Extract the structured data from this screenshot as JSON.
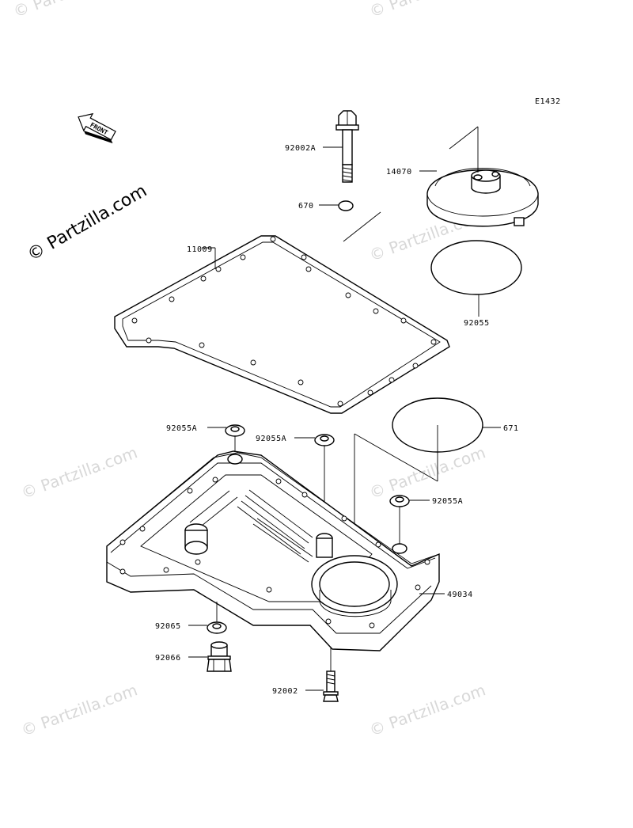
{
  "diagram_code": "E1432",
  "front_label": "FRONT",
  "watermark_text": "© Partzilla.com",
  "parts": {
    "p92002A": "92002A",
    "p14070": "14070",
    "p670": "670",
    "p11009": "11009",
    "p92055": "92055",
    "p92055A_1": "92055A",
    "p92055A_2": "92055A",
    "p671": "671",
    "p92055A_3": "92055A",
    "p49034": "49034",
    "p92065": "92065",
    "p92066": "92066",
    "p92002": "92002"
  }
}
